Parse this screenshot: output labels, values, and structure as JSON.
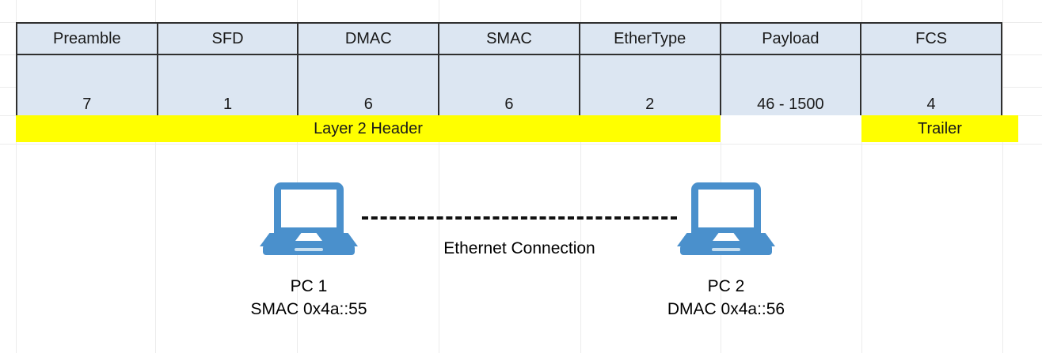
{
  "colors": {
    "cell_fill": "#dce6f2",
    "cell_border": "#2f2f2f",
    "band_highlight": "#ffff00",
    "device_blue": "#4a90cc",
    "text": "#000000"
  },
  "frame_table": {
    "columns": [
      {
        "name": "Preamble",
        "size": "7"
      },
      {
        "name": "SFD",
        "size": "1"
      },
      {
        "name": "DMAC",
        "size": "6"
      },
      {
        "name": "SMAC",
        "size": "6"
      },
      {
        "name": "EtherType",
        "size": "2"
      },
      {
        "name": "Payload",
        "size": "46 - 1500"
      },
      {
        "name": "FCS",
        "size": "4"
      }
    ],
    "bands": [
      {
        "label": "Layer 2 Header",
        "highlight": true
      },
      {
        "label": "",
        "highlight": false
      },
      {
        "label": "Trailer",
        "highlight": true
      }
    ]
  },
  "diagram": {
    "nodes": [
      {
        "id": "pc1",
        "icon": "laptop-icon",
        "title": "PC 1",
        "detail": "SMAC 0x4a::55"
      },
      {
        "id": "pc2",
        "icon": "laptop-icon",
        "title": "PC 2",
        "detail": "DMAC 0x4a::56"
      }
    ],
    "link": {
      "label": "Ethernet Connection",
      "style": "dashed"
    }
  }
}
